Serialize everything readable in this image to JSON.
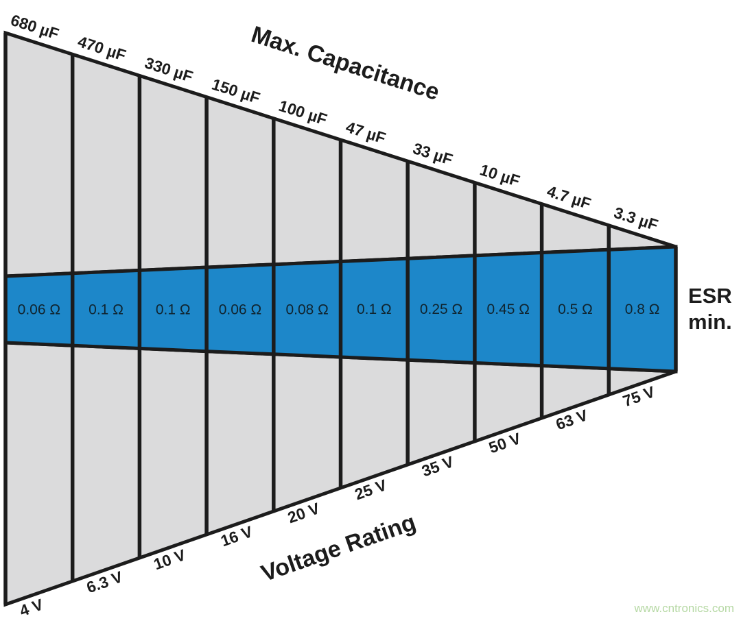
{
  "diagram": {
    "title_top": "Max. Capacitance",
    "title_bottom": "Voltage Rating",
    "right_label_line1": "ESR",
    "right_label_line2": "min.",
    "watermark": "www.cntronics.com",
    "colors": {
      "band": "#1d87c9",
      "wedge": "#dbdbdc",
      "line": "#1c1c1c",
      "watermark": "#b5d8a3"
    },
    "columns": [
      {
        "capacitance": "680 µF",
        "esr": "0.06 Ω",
        "voltage": "4 V"
      },
      {
        "capacitance": "470 µF",
        "esr": "0.1 Ω",
        "voltage": "6.3 V"
      },
      {
        "capacitance": "330 µF",
        "esr": "0.1 Ω",
        "voltage": "10 V"
      },
      {
        "capacitance": "150 µF",
        "esr": "0.06 Ω",
        "voltage": "16 V"
      },
      {
        "capacitance": "100 µF",
        "esr": "0.08 Ω",
        "voltage": "20 V"
      },
      {
        "capacitance": "47 µF",
        "esr": "0.1 Ω",
        "voltage": "25 V"
      },
      {
        "capacitance": "33 µF",
        "esr": "0.25 Ω",
        "voltage": "35 V"
      },
      {
        "capacitance": "10 µF",
        "esr": "0.45 Ω",
        "voltage": "50 V"
      },
      {
        "capacitance": "4.7 µF",
        "esr": "0.5 Ω",
        "voltage": "63 V"
      },
      {
        "capacitance": "3.3 µF",
        "esr": "0.8 Ω",
        "voltage": "75 V"
      }
    ]
  }
}
